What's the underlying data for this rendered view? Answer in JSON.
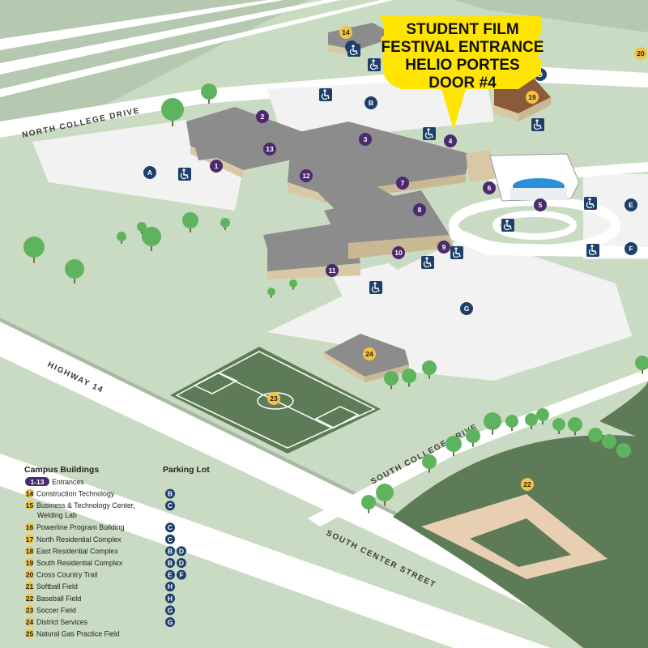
{
  "callout": {
    "lines": [
      "STUDENT FILM",
      "FESTIVAL ENTRANCE",
      "HELIO PORTES",
      "DOOR #4"
    ],
    "bg_color": "#ffe500"
  },
  "roads": {
    "north_college_drive": "NORTH COLLEGE DRIVE",
    "highway_14": "HIGHWAY 14",
    "south_college_drive": "SOUTH COLLEGE DRIVE",
    "south_center_street": "SOUTH CENTER STREET"
  },
  "entrance_markers": [
    {
      "label": "1"
    },
    {
      "label": "2"
    },
    {
      "label": "3"
    },
    {
      "label": "4"
    },
    {
      "label": "5"
    },
    {
      "label": "6"
    },
    {
      "label": "7"
    },
    {
      "label": "8"
    },
    {
      "label": "9"
    },
    {
      "label": "10"
    },
    {
      "label": "11"
    },
    {
      "label": "12"
    },
    {
      "label": "13"
    }
  ],
  "building_markers": [
    {
      "label": "14"
    },
    {
      "label": "19"
    },
    {
      "label": "20"
    },
    {
      "label": "22"
    },
    {
      "label": "23"
    },
    {
      "label": "24"
    }
  ],
  "parking_markers": [
    {
      "label": "A"
    },
    {
      "label": "B"
    },
    {
      "label": "C"
    },
    {
      "label": "D"
    },
    {
      "label": "E"
    },
    {
      "label": "F"
    },
    {
      "label": "G"
    }
  ],
  "icons": {
    "accessible_parking": "wheelchair-icon"
  },
  "legend": {
    "buildings_title": "Campus Buildings",
    "parking_title": "Parking Lot",
    "rows": [
      {
        "badge": "1-13",
        "badge_type": "purple",
        "name": "Entrances",
        "lots": []
      },
      {
        "badge": "14",
        "badge_type": "yellow",
        "name": "Construction Technology",
        "lots": [
          "B"
        ]
      },
      {
        "badge": "15",
        "badge_type": "yellow",
        "name": "Business & Technology Center,",
        "name2": "Welding Lab",
        "lots": [
          "C"
        ]
      },
      {
        "badge": "16",
        "badge_type": "yellow",
        "name": "Powerline Program Building",
        "lots": [
          "C"
        ]
      },
      {
        "badge": "17",
        "badge_type": "yellow",
        "name": "North Residential Complex",
        "lots": [
          "C"
        ]
      },
      {
        "badge": "18",
        "badge_type": "yellow",
        "name": "East Residential Complex",
        "lots": [
          "B",
          "D"
        ]
      },
      {
        "badge": "19",
        "badge_type": "yellow",
        "name": "South Residential Complex",
        "lots": [
          "B",
          "D"
        ]
      },
      {
        "badge": "20",
        "badge_type": "yellow",
        "name": "Cross Country Trail",
        "lots": [
          "E",
          "F"
        ]
      },
      {
        "badge": "21",
        "badge_type": "yellow",
        "name": "Softball Field",
        "lots": [
          "H"
        ]
      },
      {
        "badge": "22",
        "badge_type": "yellow",
        "name": "Baseball Field",
        "lots": [
          "H"
        ]
      },
      {
        "badge": "23",
        "badge_type": "yellow",
        "name": "Soccer Field",
        "lots": [
          "G"
        ]
      },
      {
        "badge": "24",
        "badge_type": "yellow",
        "name": "District Services",
        "lots": [
          "G"
        ]
      },
      {
        "badge": "25",
        "badge_type": "yellow",
        "name": "Natural Gas Practice Field",
        "lots": []
      }
    ]
  },
  "colors": {
    "grass": "#c9dcc3",
    "road": "#ffffff",
    "lot": "#f2f2f2",
    "field": "#5d7b57",
    "building_roof": "#8c8c8c",
    "building_wall": "#d9c8a5",
    "entrance_purple": "#4b2a6d",
    "building_yellow": "#f5c342",
    "parking_navy": "#1f3f6b",
    "tree": "#5eb45e",
    "infield": "#e8cfb2"
  }
}
